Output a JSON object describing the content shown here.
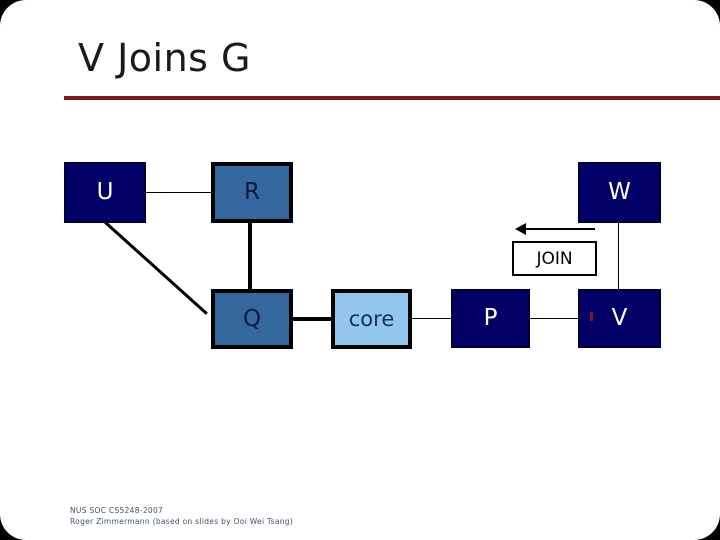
{
  "slide": {
    "title": "V Joins G",
    "accent_color": "#7d1b1b"
  },
  "diagram": {
    "nodes": [
      {
        "id": "U",
        "label": "U",
        "style": "navy",
        "fill": "#000066",
        "text_color": "#ffffff"
      },
      {
        "id": "R",
        "label": "R",
        "style": "steel",
        "fill": "#35689e",
        "text_color": "#0d1b3a"
      },
      {
        "id": "W",
        "label": "W",
        "style": "navy",
        "fill": "#000066",
        "text_color": "#ffffff"
      },
      {
        "id": "Q",
        "label": "Q",
        "style": "steel",
        "fill": "#35689e",
        "text_color": "#0d1b3a"
      },
      {
        "id": "core",
        "label": "core",
        "style": "light",
        "fill": "#93c6ed",
        "text_color": "#14305c"
      },
      {
        "id": "P",
        "label": "P",
        "style": "navy",
        "fill": "#000066",
        "text_color": "#ffffff"
      },
      {
        "id": "V",
        "label": "V",
        "style": "navy",
        "fill": "#000066",
        "text_color": "#ffffff"
      }
    ],
    "edges": [
      {
        "from": "U",
        "to": "R",
        "weight": "thin"
      },
      {
        "from": "U",
        "to": "Q",
        "weight": "thick"
      },
      {
        "from": "R",
        "to": "Q",
        "weight": "thick"
      },
      {
        "from": "Q",
        "to": "core",
        "weight": "thick"
      },
      {
        "from": "core",
        "to": "P",
        "weight": "thin"
      },
      {
        "from": "P",
        "to": "V",
        "weight": "thin"
      },
      {
        "from": "W",
        "to": "V",
        "weight": "thin"
      }
    ],
    "annotation": {
      "label": "JOIN",
      "arrow_direction": "left"
    },
    "marker_color": "#8b1020"
  },
  "footer": {
    "line1": "NUS SOC CS5248-2007",
    "line2": "Roger Zimmermann (based on slides by Ooi Wei Tsang)"
  }
}
